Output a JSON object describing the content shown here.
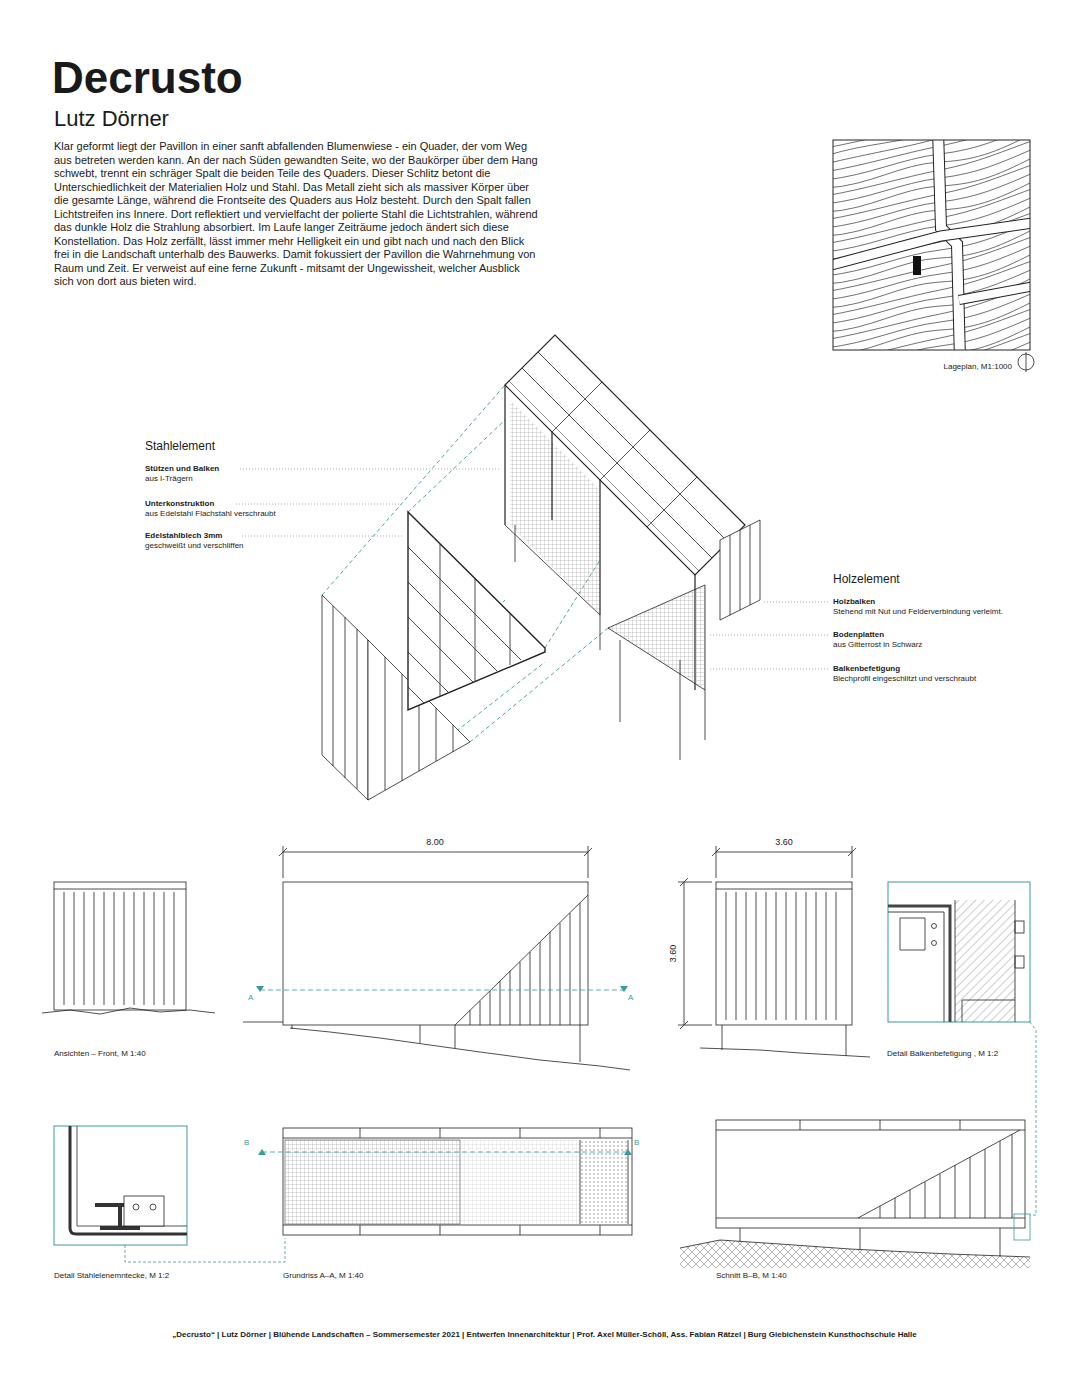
{
  "diagram": {
    "title": "Decrusto",
    "caption": "„Decrusto“ | Lutz Dörner | Blühende Landschaften – Sommersemester 2021 | Entwerfen Innenarchitektur | Prof. Axel Müller-Schöll, Ass. Fabian Rätzel | Burg Giebichenstein Kunsthochschule Halle",
    "labels": [
      "Lutz Dörner",
      "Klar geformt liegt der Pavillon in einer sanft abfallenden Blumenwiese - ein  Quader, der vom Weg aus betreten werden kann. An der nach Süden gewandten Seite, wo der Baukörper über dem Hang schwebt, trennt ein schräger Spalt die beiden Teile des Quaders. Dieser Schlitz betont die Unterschiedlichkeit der Materialien Holz und Stahl. Das Metall zieht sich als massiver Körper über die gesamte Länge, während die Frontseite des Quaders aus Holz besteht. Durch den Spalt fallen Lichtstreifen ins Innere. Dort reflektiert und vervielfacht der polierte Stahl die Lichtstrahlen, während das dunkle Holz die Strahlung absorbiert. Im Laufe langer Zeiträume jedoch ändert sich diese Konstellation. Das Holz zerfällt, lässt immer mehr Helligkeit ein und gibt nach und nach den Blick frei in die Landschaft unterhalb des Bauwerks. Damit fokussiert der Pavillon die Wahrnehmung von Raum und Zeit. Er verweist auf eine ferne Zukunft - mitsamt der Ungewissheit, welcher Ausblick sich von dort aus bieten wird.",
      "Lageplan, M1:1000",
      "Stahlelement",
      "Stützen und Balken",
      "aus I-Trägern",
      "Unterkonstruktion",
      "aus Edelstahl Flachstahl verschraubt",
      "Edelstahlblech 3mm",
      "geschweißt und verschliffen",
      "Holzelement",
      "Holzbalken",
      "Stehend mit Nut und Felderverbindung verleimt.",
      "Bodenplatten",
      "aus Gitterrost in Schwarz",
      "Balkenbefetigung",
      "Blechprofil eingeschlitzt und verschraubt",
      "8.00",
      "3.60",
      "3.60",
      "A",
      "A",
      "B",
      "B",
      "Ansichten – Front, M 1:40",
      "Detail Balkenbefetigung , M 1:2",
      "Detail Stahlelenemntecke, M 1:2",
      "Grundriss A–A, M 1:40",
      "Schnitt B–B, M 1:40"
    ]
  }
}
